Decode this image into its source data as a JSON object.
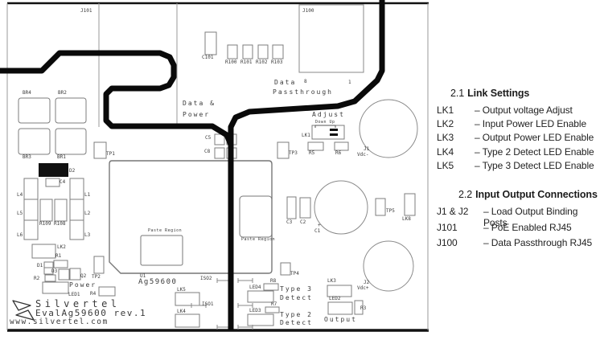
{
  "colors": {
    "trace": "#0a0a0a",
    "outline_gray": "#8a8a8a",
    "silkscreen_text": "#3a3a3a"
  },
  "board": {
    "refs": {
      "j101": "J101",
      "j100": "J100",
      "c101": "C101",
      "r100": "R100",
      "r101": "R101",
      "r102": "R102",
      "r103": "R103",
      "pin8": "8",
      "pin1": "1",
      "br4": "BR4",
      "br2": "BR2",
      "br3": "BR3",
      "br1": "BR1",
      "tp1": "TP1",
      "tp2": "TP2",
      "tp3": "TP3",
      "tp4": "TP4",
      "tp5": "TP5",
      "d1": "D1",
      "d2": "D2",
      "d3": "D3",
      "c4": "C4",
      "l1": "L1",
      "l2": "L2",
      "l3": "L3",
      "l4": "L4",
      "l5": "L5",
      "l6": "L6",
      "r109": "R109",
      "r108": "R108",
      "lk1": "LK1",
      "lk2": "LK2",
      "lk3": "LK3",
      "lk4": "LK4",
      "lk5": "LK5",
      "lk8": "LK8",
      "r1": "R1",
      "r2": "R2",
      "r3": "R3",
      "r4": "R4",
      "r5": "R5",
      "r6": "R6",
      "r7": "R7",
      "r8": "R8",
      "q2": "Q2",
      "led1": "LED1",
      "led2": "LED2",
      "led3": "LED3",
      "led4": "LED4",
      "u1": "U1",
      "chip": "Ag59600",
      "iso1": "ISO1",
      "iso2": "ISO2",
      "c1": "C1",
      "c2": "C2",
      "c3": "C3",
      "c5": "C5",
      "c8": "C8",
      "c1_plus": "+",
      "j1": "J1",
      "j1_polarity": "Vdc-",
      "j2": "J2",
      "j2_polarity": "Vdc+",
      "paste": "Paste Region"
    },
    "zones": {
      "data_power_1": "Data &",
      "data_power_2": "Power",
      "passthrough_1": "Data",
      "passthrough_2": "Passthrough",
      "adjust": "Adjust",
      "down_up": "Down Up",
      "power": "Power",
      "output": "Output",
      "type3_1": "Type 3",
      "type3_2": "Detect",
      "type2_1": "Type 2",
      "type2_2": "Detect"
    },
    "title_block": {
      "brand": "Silvertel",
      "model": "EvalAg59600 rev.1",
      "website": "www.silvertel.com"
    }
  },
  "panel": {
    "sections": [
      {
        "number": "2.1",
        "title": "Link Settings",
        "items": [
          {
            "label": "LK1",
            "desc": "– Output voltage Adjust"
          },
          {
            "label": "LK2",
            "desc": "– Input Power LED Enable"
          },
          {
            "label": "LK3",
            "desc": "– Output Power LED Enable"
          },
          {
            "label": "LK4",
            "desc": "– Type 2 Detect LED Enable"
          },
          {
            "label": "LK5",
            "desc": "– Type 3 Detect LED Enable"
          }
        ]
      },
      {
        "number": "2.2",
        "title": "Input Output Connections",
        "items": [
          {
            "label": "J1 & J2",
            "desc": "– Load Output Binding Posts"
          },
          {
            "label": "J101",
            "desc": "– PoE Enabled RJ45"
          },
          {
            "label": "J100",
            "desc": "– Data Passthrough RJ45"
          }
        ]
      }
    ]
  }
}
